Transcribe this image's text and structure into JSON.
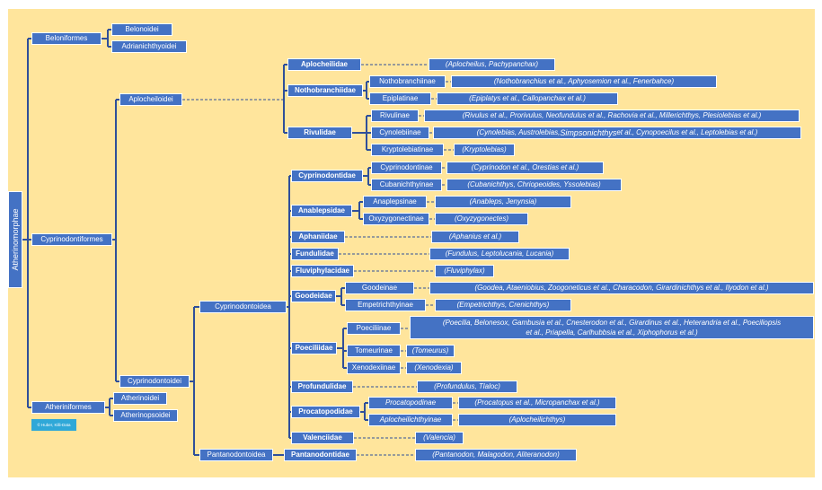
{
  "diagram": {
    "root": "Atherinomorphae",
    "copyright": "© Huber, Killi-Data",
    "orders": {
      "beloniformes": "Beloniformes",
      "cyprinodontiformes": "Cyprinodontiformes",
      "atheriniformes": "Atheriniformes"
    },
    "suborders": {
      "belonoidei": "Belonoidei",
      "adrianichthyoidei": "Adrianichthyoidei",
      "aplocheiloidei": "Aplocheiloidei",
      "cyprinodontoidei": "Cyprinodontoidei",
      "atherinoidei": "Atherinoidei",
      "atherinopsoidei": "Atherinopsoidei"
    },
    "superfamilies": {
      "cyprinodontoidea": "Cyprinodontoidea",
      "pantanodontoidea": "Pantanodontoidea"
    },
    "families": {
      "aplocheilidae": "Aplocheilidae",
      "nothobranchiidae": "Nothobranchiidae",
      "rivulidae": "Rivulidae",
      "cyprinodontidae": "Cyprinodontidae",
      "anablepsidae": "Anablepsidae",
      "aphaniidae": "Aphaniidae",
      "fundulidae": "Fundulidae",
      "fluviphylacidae": "Fluviphylacidae",
      "goodeidae": "Goodeidae",
      "poeciliidae": "Poeciliidae",
      "profundulidae": "Profundulidae",
      "procatopodidae": "Procatopodidae",
      "valenciidae": "Valenciidae",
      "pantanodontidae": "Pantanodontidae"
    },
    "subfamilies": {
      "nothobranchiinae": "Nothobranchiinae",
      "epiplatinae": "Epiplatinae",
      "rivulinae": "Rivulinae",
      "cynolebiinae": "Cynolebiinae",
      "kryptolebiatinae": "Kryptolebiatinae",
      "cyprinodontinae": "Cyprinodontinae",
      "cubanichthyinae": "Cubanichthyinae",
      "anaplepsinae": "Anaplepsinae",
      "oxyzygonectinae": "Oxyzygonectinae",
      "goodeinae": "Goodeinae",
      "empetrichthyinae": "Empetrichthyinae",
      "poeciliinae": "Poeciliinae",
      "tomeurinae": "Tomeurinae",
      "xenodexiinae": "Xenodexiinae",
      "procatopodinae": "Procatopodinae",
      "aplocheilichthyinae": "Aplocheilichthyinae"
    },
    "genera": {
      "aplocheilidae": "(Aplocheilus, Pachypanchax)",
      "nothobranchiinae": "(Nothobranchius et al., Aphyosemion et al., Fenerbahce)",
      "epiplatinae": "(Epiplatys et al., Callopanchax et al.)",
      "rivulinae": "(Rivulus et al., Prorivulus, Neofundulus et al., Rachovia et al., Millerichthys, Plesiolebias et al.)",
      "cynolebiinae_a": "(Cynolebias, Austrolebias, ",
      "cynolebiinae_b": "Simpsonichthys",
      "cynolebiinae_c": " et al., Cynopoecilus et al., Leptolebias et al.)",
      "kryptolebiatinae": "(Kryptolebias)",
      "cyprinodontinae": "(Cyprinodon et al., Orestias et al.)",
      "cubanichthyinae": "(Cubanichthys, Chriopeoides, Yssolebias)",
      "anaplepsinae": "(Anableps, Jenynsia)",
      "oxyzygonectinae": "(Oxyzygonectes)",
      "aphaniidae": "(Aphanius et al.)",
      "fundulidae": "(Fundulus, Leptolucania, Lucania)",
      "fluviphylacidae": "(Fluviphylax)",
      "goodeinae": "(Goodea, Ataeniobius, Zoogoneticus et al., Characodon, Girardinichthys et al., Ilyodon et al.)",
      "empetrichthyinae": "(Empetrichthys, Crenichthys)",
      "poeciliinae_1": "(Poecilia, Belonesox, Gambusia et al., Cnesterodon et al., Girardinus et al., Heterandria et al., Poeciliopsis",
      "poeciliinae_2": "et al., Priapella, Carlhubbsia et al., Xiphophorus et al.)",
      "tomeurinae": "(Tomeurus)",
      "xenodexiinae": "(Xenodexia)",
      "profundulidae": "(Profundulus, Tlaloc)",
      "procatopodinae": "(Procatopus et al., Micropanchax et al.)",
      "aplocheilichthyinae": "(Aplocheilichthys)",
      "valenciidae": "(Valencia)",
      "pantanodontidae": "(Pantanodon, Malagodon, Aliteranodon)"
    }
  }
}
